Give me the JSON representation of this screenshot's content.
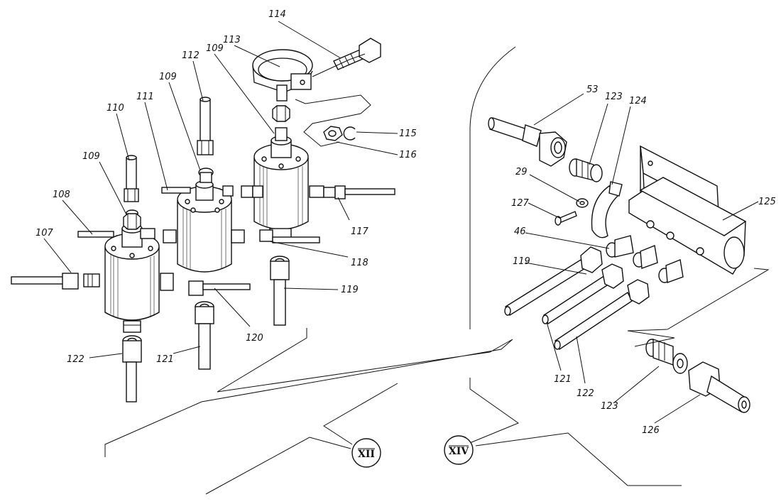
{
  "part_labels": [
    {
      "id": "p107",
      "text": "107"
    },
    {
      "id": "p108",
      "text": "108"
    },
    {
      "id": "p109a",
      "text": "109"
    },
    {
      "id": "p110",
      "text": "110"
    },
    {
      "id": "p111",
      "text": "111"
    },
    {
      "id": "p109b",
      "text": "109"
    },
    {
      "id": "p112",
      "text": "112"
    },
    {
      "id": "p109c",
      "text": "109"
    },
    {
      "id": "p113",
      "text": "113"
    },
    {
      "id": "p114",
      "text": "114"
    },
    {
      "id": "p115",
      "text": "115"
    },
    {
      "id": "p116",
      "text": "116"
    },
    {
      "id": "p117",
      "text": "117"
    },
    {
      "id": "p118",
      "text": "118"
    },
    {
      "id": "p119a",
      "text": "119"
    },
    {
      "id": "p120",
      "text": "120"
    },
    {
      "id": "p121a",
      "text": "121"
    },
    {
      "id": "p122a",
      "text": "122"
    },
    {
      "id": "p53",
      "text": "53"
    },
    {
      "id": "p123a",
      "text": "123"
    },
    {
      "id": "p124",
      "text": "124"
    },
    {
      "id": "p29",
      "text": "29"
    },
    {
      "id": "p127",
      "text": "127"
    },
    {
      "id": "p125",
      "text": "125"
    },
    {
      "id": "p46",
      "text": "46"
    },
    {
      "id": "p119b",
      "text": "119"
    },
    {
      "id": "p121b",
      "text": "121"
    },
    {
      "id": "p122b",
      "text": "122"
    },
    {
      "id": "p123b",
      "text": "123"
    },
    {
      "id": "p126",
      "text": "126"
    }
  ],
  "view_markers": [
    {
      "id": "v12",
      "text": "XII"
    },
    {
      "id": "v14",
      "text": "XIV"
    }
  ]
}
